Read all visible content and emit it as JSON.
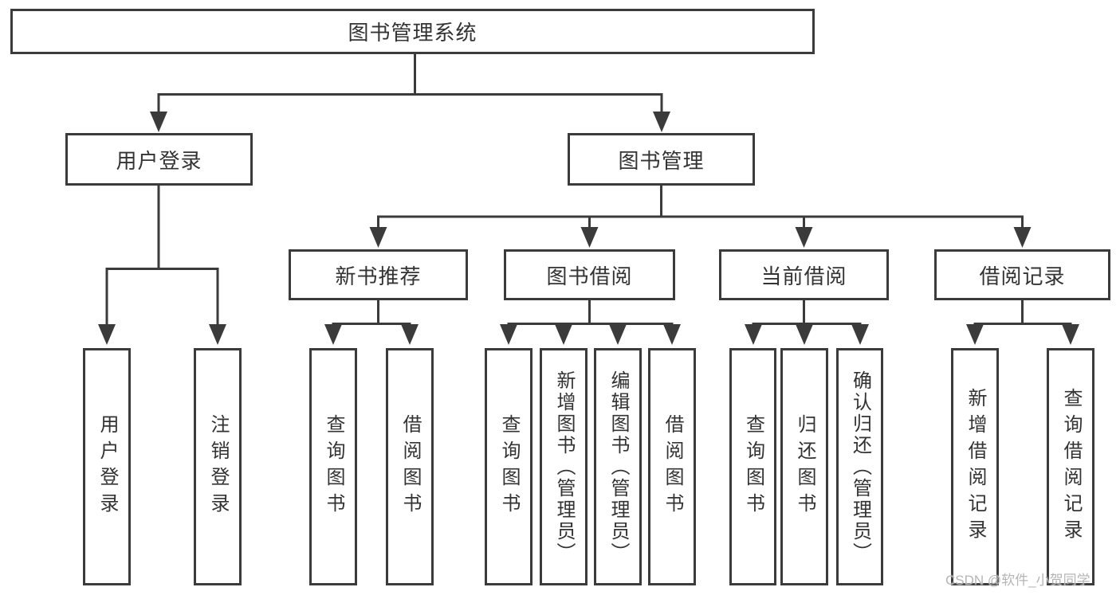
{
  "colors": {
    "line": "#3b3b3b",
    "text": "#333333",
    "background": "#ffffff",
    "watermark_color": "#b5b5b5"
  },
  "diagram_type": "hierarchy-tree",
  "tree": {
    "root": {
      "label": "图书管理系统"
    },
    "branches": [
      {
        "label": "用户登录",
        "children": [
          {
            "label": "用户登录"
          },
          {
            "label": "注销登录"
          }
        ]
      },
      {
        "label": "图书管理",
        "children": [
          {
            "label": "新书推荐",
            "children": [
              {
                "label": "查询图书"
              },
              {
                "label": "借阅图书"
              }
            ]
          },
          {
            "label": "图书借阅",
            "children": [
              {
                "label": "查询图书"
              },
              {
                "label": "新增图书（管理员）"
              },
              {
                "label": "编辑图书（管理员）"
              },
              {
                "label": "借阅图书"
              }
            ]
          },
          {
            "label": "当前借阅",
            "children": [
              {
                "label": "查询图书"
              },
              {
                "label": "归还图书"
              },
              {
                "label": "确认归还（管理员）"
              }
            ]
          },
          {
            "label": "借阅记录",
            "children": [
              {
                "label": "新增借阅记录"
              },
              {
                "label": "查询借阅记录"
              }
            ]
          }
        ]
      }
    ]
  },
  "watermark": {
    "text": "CSDN @软件_小贺同学"
  }
}
